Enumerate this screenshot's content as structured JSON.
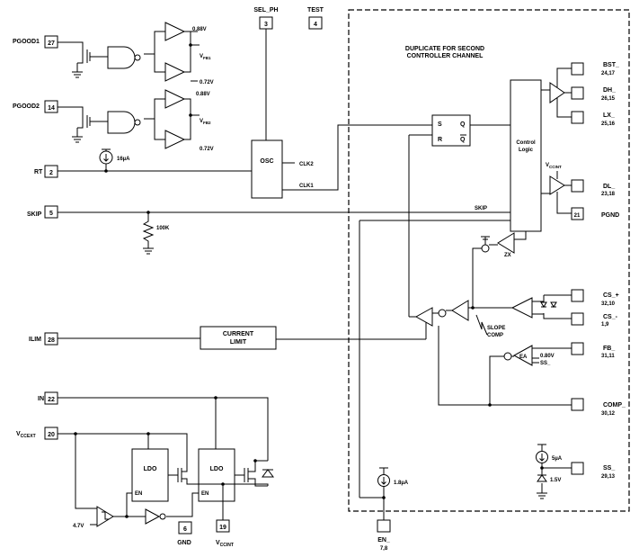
{
  "pins": {
    "pgood1": {
      "label": "PGOOD1",
      "num": "27"
    },
    "pgood2": {
      "label": "PGOOD2",
      "num": "14"
    },
    "rt": {
      "label": "RT",
      "num": "2"
    },
    "skip": {
      "label": "SKIP",
      "num": "5"
    },
    "ilim": {
      "label": "ILIM",
      "num": "28"
    },
    "in": {
      "label": "IN",
      "num": "22"
    },
    "vccext": {
      "label": "V",
      "sub": "CCEXT",
      "num": "20"
    },
    "sel_ph": {
      "label": "SEL_PH",
      "num": "3"
    },
    "test": {
      "label": "TEST",
      "num": "4"
    },
    "gnd": {
      "label": "GND",
      "num": "6"
    },
    "vccint": {
      "label": "V",
      "sub": "CCINT",
      "num": "19"
    },
    "en": {
      "label": "EN_",
      "nums": "7,8"
    },
    "bst": {
      "label": "BST_",
      "nums": "24,17"
    },
    "dh": {
      "label": "DH_",
      "nums": "26,15"
    },
    "lx": {
      "label": "LX_",
      "nums": "25,16"
    },
    "dl": {
      "label": "DL_",
      "nums": "23,18"
    },
    "pgnd": {
      "label": "PGND",
      "num": "21"
    },
    "csp": {
      "label": "CS_+",
      "nums": "32,10"
    },
    "csn": {
      "label": "CS_-",
      "nums": "1,9"
    },
    "fb": {
      "label": "FB_",
      "nums": "31,11"
    },
    "comp": {
      "label": "COMP_",
      "nums": "30,12"
    },
    "ss": {
      "label": "SS_",
      "nums": "29,13"
    }
  },
  "labels": {
    "duplicate_line1": "DUPLICATE FOR SECOND",
    "duplicate_line2": "CONTROLLER CHANNEL",
    "v088a": "0.88V",
    "v072a": "0.72V",
    "v088b": "0.88V",
    "v072b": "0.72V",
    "vfb1": "V",
    "vfb1_sub": "FB1",
    "vfb2": "V",
    "vfb2_sub": "FB2",
    "current_16ua": "16µA",
    "r100k": "100K",
    "osc": "OSC",
    "clk2": "CLK2",
    "clk1": "CLK1",
    "latch_s": "S",
    "latch_r": "R",
    "latch_q": "Q",
    "latch_qbar": "Q",
    "control_logic_1": "Control",
    "control_logic_2": "Logic",
    "vccint_label": "V",
    "vccint_label_sub": "CCINT",
    "skip_internal": "SKIP",
    "zx": "ZX",
    "slope_comp_1": "SLOPE",
    "slope_comp_2": "COMP",
    "current_limit_1": "CURRENT",
    "current_limit_2": "LIMIT",
    "ea": "EA",
    "v080": "0.80V",
    "ss_internal": "SS_",
    "current_5ua": "5µA",
    "v15": "1.5V",
    "current_18ua": "1.8µA",
    "ldo1": "LDO",
    "ldo2": "LDO",
    "en1": "EN",
    "en2": "EN",
    "v47": "4.7V"
  }
}
